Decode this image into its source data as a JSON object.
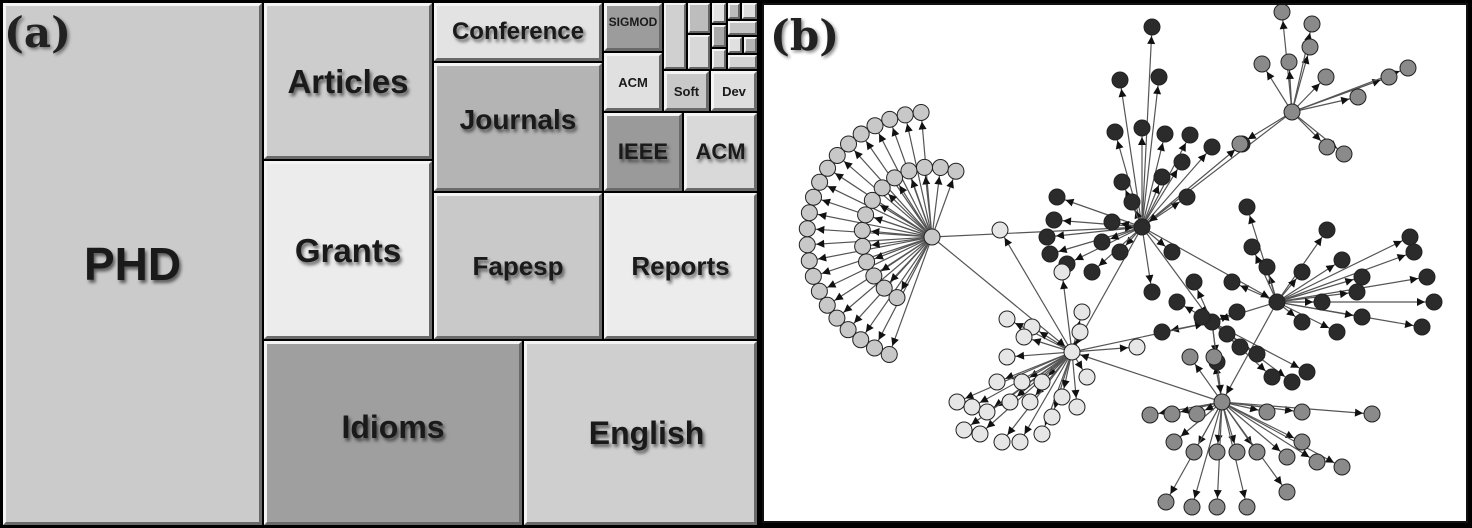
{
  "panels": {
    "a_label": "(a)",
    "b_label": "(b)"
  },
  "treemap": {
    "cells": [
      {
        "label": "PHD",
        "fill": "#cbcbcb"
      },
      {
        "label": "Articles",
        "fill": "#cdcdcd"
      },
      {
        "label": "Grants",
        "fill": "#ececec"
      },
      {
        "label": "Conference",
        "fill": "#e3e3e3"
      },
      {
        "label": "Journals",
        "fill": "#b4b4b4"
      },
      {
        "label": "Fapesp",
        "fill": "#c9c9c9"
      },
      {
        "label": "Reports",
        "fill": "#ececec"
      },
      {
        "label": "Idioms",
        "fill": "#9f9f9f"
      },
      {
        "label": "English",
        "fill": "#cfcfcf"
      },
      {
        "label": "SIGMOD",
        "fill": "#9c9c9c"
      },
      {
        "label": "ACM",
        "fill": "#e0e0e0"
      },
      {
        "label": "Soft",
        "fill": "#c8c8c8"
      },
      {
        "label": "Dev",
        "fill": "#dedede"
      },
      {
        "label": "IEEE",
        "fill": "#9a9a9a"
      },
      {
        "label": "ACM",
        "fill": "#d9d9d9"
      }
    ]
  },
  "graph": {
    "colors": {
      "dark": "#2b2b2b",
      "mid": "#8a8a8a",
      "light": "#c8c8c8",
      "pale": "#e6e6e6",
      "edge": "#555555"
    }
  }
}
